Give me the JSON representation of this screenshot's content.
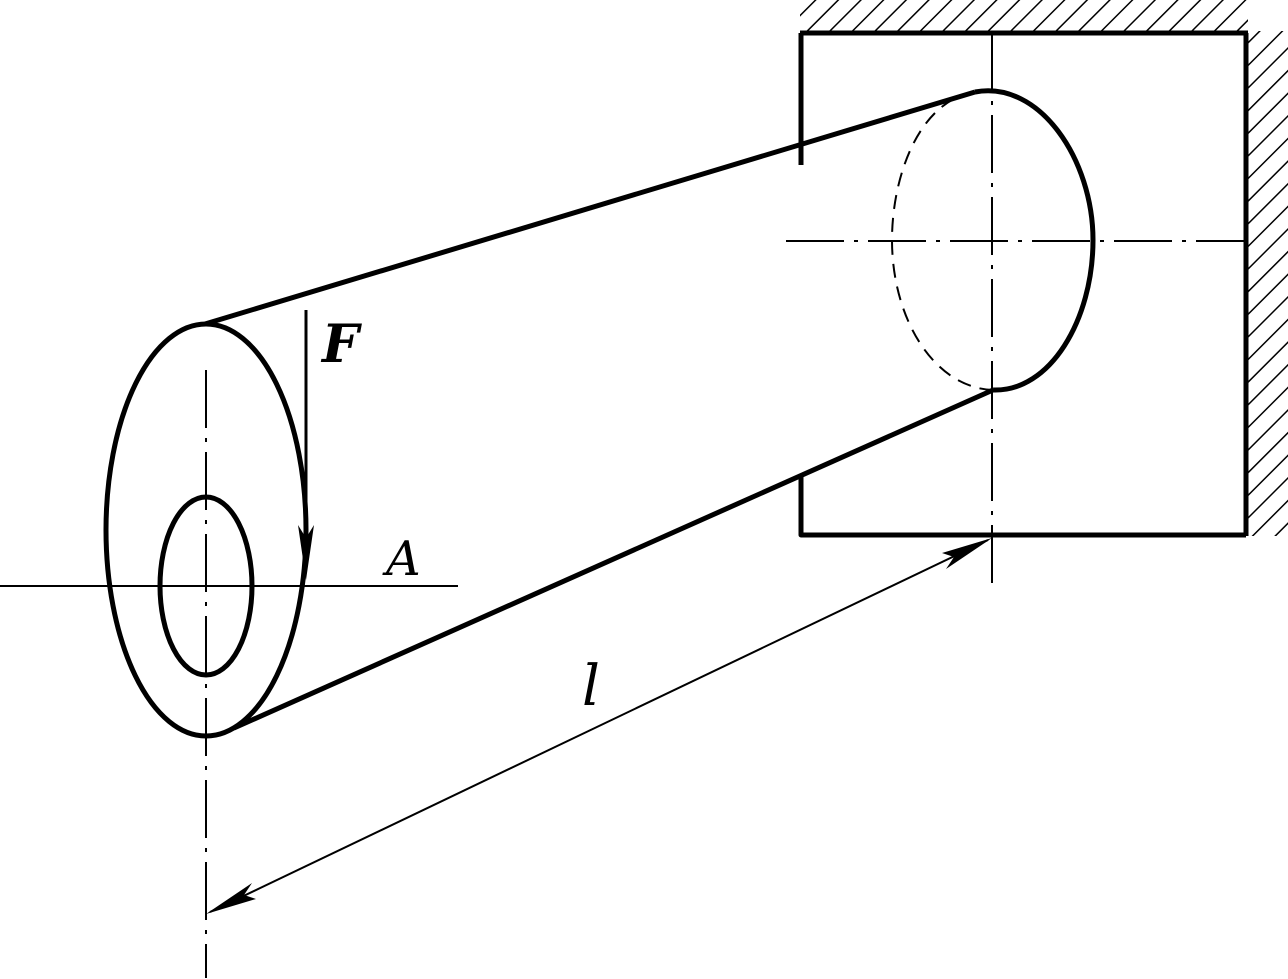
{
  "labels": {
    "force": "F",
    "point": "A",
    "length": "l"
  },
  "colors": {
    "stroke": "#000000",
    "background": "#ffffff"
  }
}
